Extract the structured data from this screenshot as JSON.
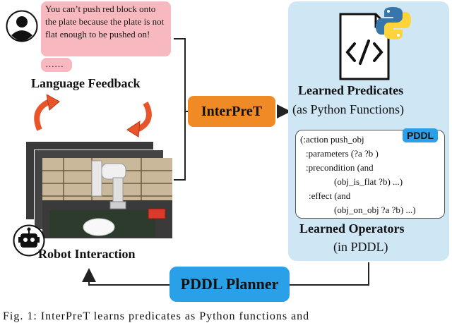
{
  "feedback": {
    "message": "You can’t push red block onto the plate because the plate is not flat enough to be pushed on!",
    "ellipsis": "……",
    "label": "Language Feedback"
  },
  "robot": {
    "label": "Robot Interaction"
  },
  "center": {
    "label": "InterPreT"
  },
  "predicates": {
    "title": "Learned Predicates",
    "subtitle": "(as Python Functions)"
  },
  "operators": {
    "badge": "PDDL",
    "code_lines": [
      "(:action push_obj",
      ":parameters (?a ?b )",
      ":precondition (and",
      "(obj_is_flat ?b) ...)",
      ":effect (and",
      "(obj_on_obj ?a ?b) ...)"
    ],
    "title": "Learned Operators",
    "subtitle": "(in PDDL)"
  },
  "planner": {
    "label": "PDDL Planner"
  },
  "caption": {
    "text": "Fig. 1: InterPreT learns predicates as Python functions and"
  },
  "colors": {
    "speech": "#f7b8bf",
    "panel": "#cfe6f5",
    "orange": "#f08a24",
    "blue": "#2aa0e8",
    "cycle_arrow": "#e8552a"
  }
}
